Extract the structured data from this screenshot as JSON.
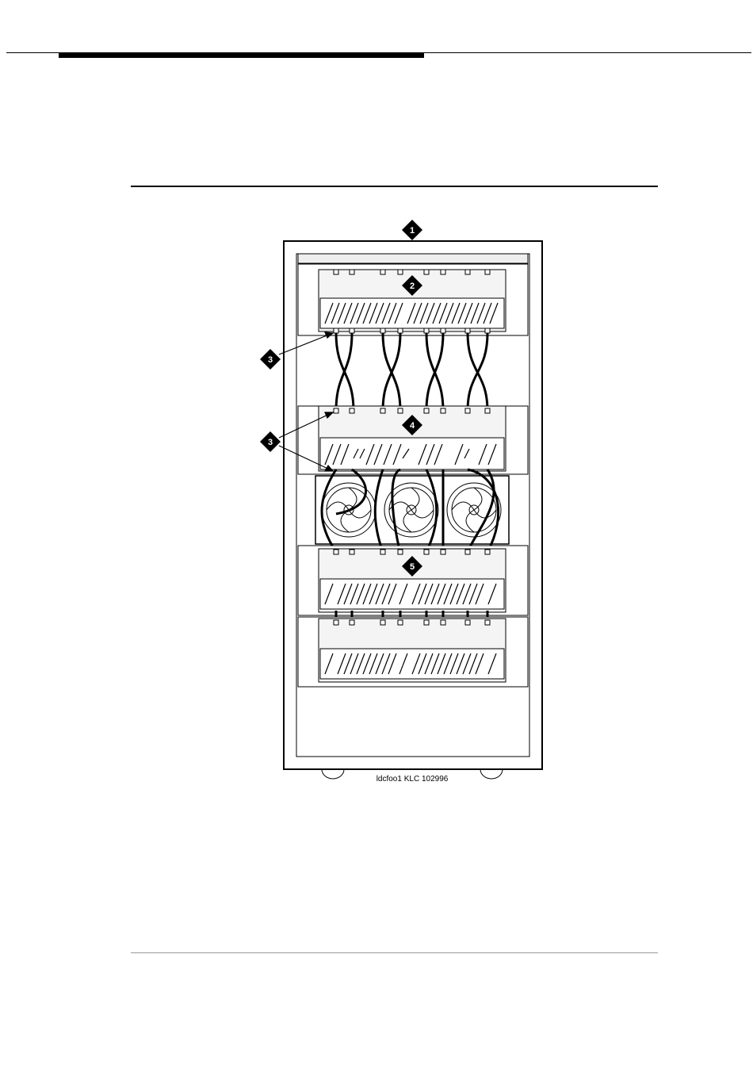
{
  "figure": {
    "caption": "ldcfoo1 KLC 102996",
    "callouts": [
      "1",
      "2",
      "3",
      "3",
      "4",
      "5"
    ]
  }
}
